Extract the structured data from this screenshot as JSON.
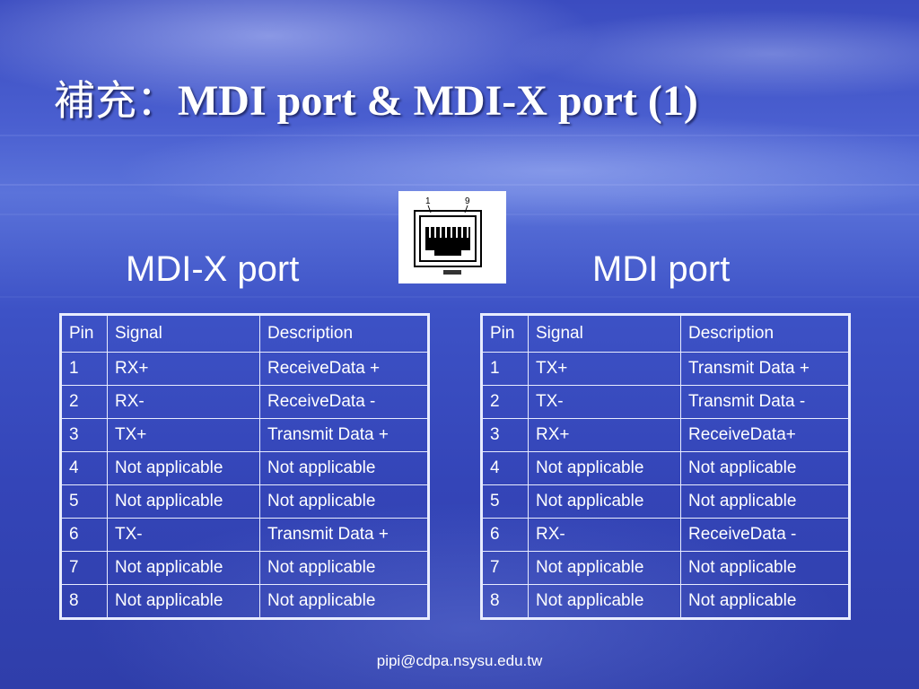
{
  "slide": {
    "title_cjk": "補充：",
    "title_main": "MDI port & MDI-X port (1)",
    "left_port_label": "MDI-X port",
    "right_port_label": "MDI port",
    "connector_pin_first": "1",
    "connector_pin_last": "9",
    "footer": "pipi@cdpa.nsysu.edu.tw"
  },
  "mdix_table": {
    "headers": [
      "Pin",
      "Signal",
      "Description"
    ],
    "rows": [
      [
        "1",
        "RX+",
        "ReceiveData +"
      ],
      [
        "2",
        "RX-",
        "ReceiveData -"
      ],
      [
        "3",
        "TX+",
        "Transmit Data +"
      ],
      [
        "4",
        "Not applicable",
        "Not applicable"
      ],
      [
        "5",
        "Not applicable",
        "Not applicable"
      ],
      [
        "6",
        "TX-",
        "Transmit Data +"
      ],
      [
        "7",
        "Not applicable",
        "Not applicable"
      ],
      [
        "8",
        "Not applicable",
        "Not applicable"
      ]
    ]
  },
  "mdi_table": {
    "headers": [
      "Pin",
      "Signal",
      "Description"
    ],
    "rows": [
      [
        "1",
        "TX+",
        "Transmit Data +"
      ],
      [
        "2",
        "TX-",
        "Transmit Data -"
      ],
      [
        "3",
        "RX+",
        "ReceiveData+"
      ],
      [
        "4",
        "Not applicable",
        "Not applicable"
      ],
      [
        "5",
        "Not applicable",
        "Not applicable"
      ],
      [
        "6",
        "RX-",
        "ReceiveData -"
      ],
      [
        "7",
        "Not applicable",
        "Not applicable"
      ],
      [
        "8",
        "Not applicable",
        "Not applicable"
      ]
    ]
  },
  "colors": {
    "background": "#3b4cc0",
    "text": "#ffffff",
    "table_border": "#e8ecff"
  }
}
